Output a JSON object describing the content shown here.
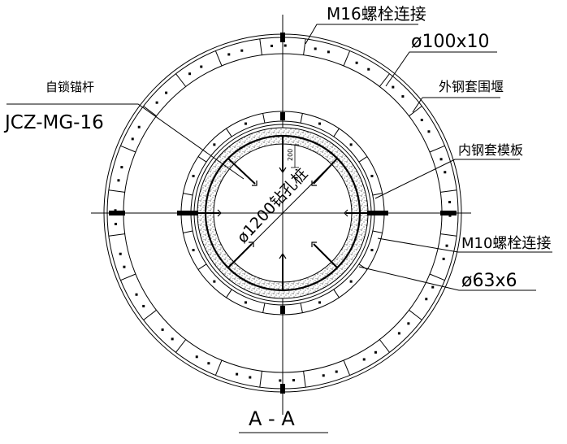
{
  "section_title": "A - A",
  "colors": {
    "line": "#000000",
    "background": "#ffffff",
    "concrete_stipple": "#000000"
  },
  "labels": {
    "m16_bolt": "M16螺栓连接",
    "outer_pipe": "ø100x10",
    "anchor_cn": "自锁锚杆",
    "anchor_code": "JCZ-MG-16",
    "outer_cofferdam": "外钢套围堰",
    "inner_formwork": "内钢套模板",
    "m10_bolt": "M10螺栓连接",
    "inner_pipe": "ø63x6",
    "pile_diameter": "ø1200钻孔桩",
    "dim_200": "200"
  }
}
